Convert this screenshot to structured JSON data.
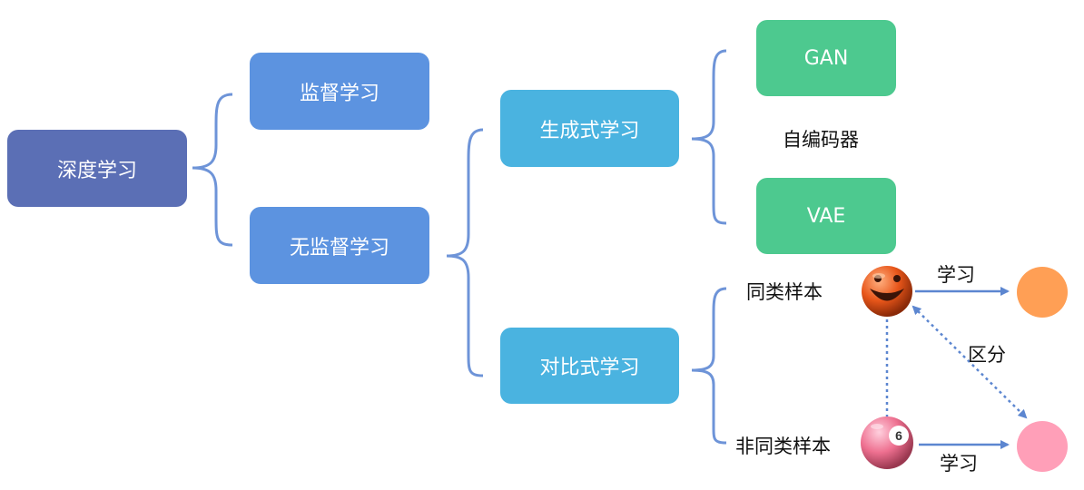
{
  "nodes": {
    "root": "深度学习",
    "supervised": "监督学习",
    "unsupervised": "无监督学习",
    "generative": "生成式学习",
    "contrastive": "对比式学习",
    "gan": "GAN",
    "autoencoder": "自编码器",
    "vae": "VAE"
  },
  "contrastive_detail": {
    "same_class": "同类样本",
    "diff_class": "非同类样本",
    "learn_top": "学习",
    "learn_bottom": "学习",
    "distinguish": "区分",
    "ball_top_number": "",
    "ball_bottom_number": "6"
  },
  "colors": {
    "root": "#5B6FB5",
    "level1": "#5C93E0",
    "level2": "#4AB3E0",
    "leaf": "#4DC98F",
    "connector": "#6E94D8",
    "orange_target": "#FF9F55",
    "pink_target": "#FF9FB8"
  }
}
